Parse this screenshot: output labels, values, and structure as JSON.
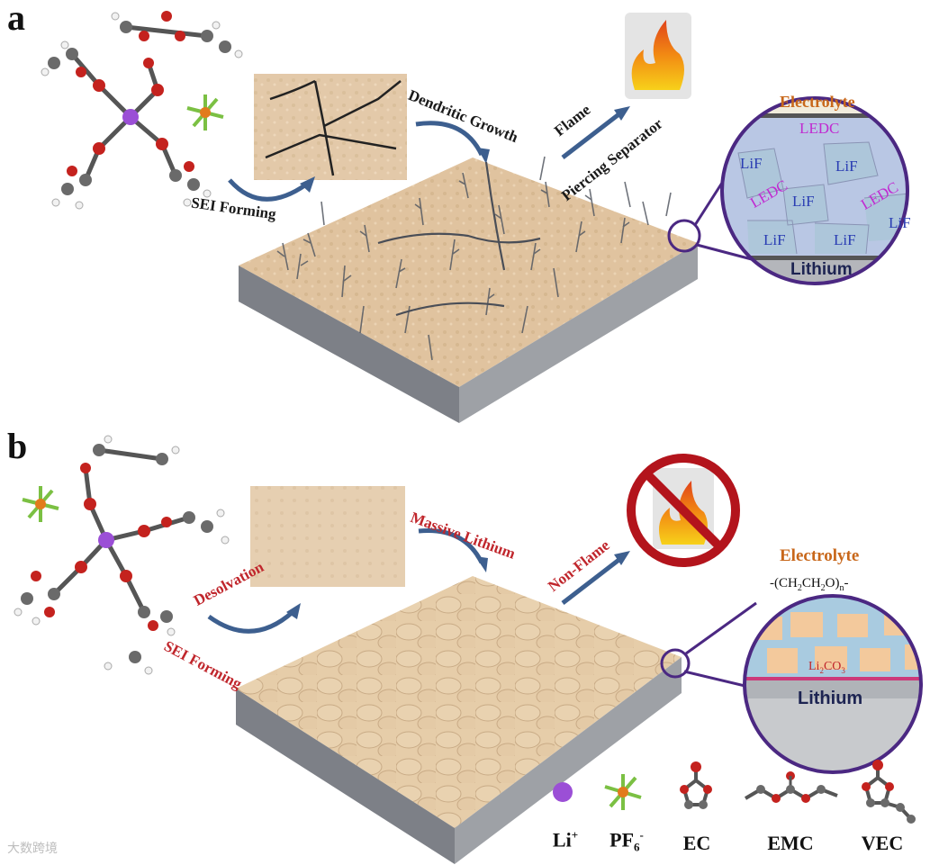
{
  "panel_a": {
    "letter": "a",
    "sei_forming": "SEI Forming",
    "dendritic_growth": "Dendritic Growth",
    "flame": "Flame",
    "piercing_separator": "Piercing Separator",
    "circle": {
      "electrolyte": "Electrolyte",
      "lithium": "Lithium",
      "species": [
        "LEDC",
        "LiF",
        "LiF",
        "LEDC",
        "LiF",
        "LEDC",
        "LiF",
        "LiF",
        "LiF"
      ]
    }
  },
  "panel_b": {
    "letter": "b",
    "desolvation": "Desolvation",
    "sei_forming": "SEI Forming",
    "massive_lithium": "Massive Lithium",
    "non_flame": "Non-Flame",
    "circle": {
      "electrolyte": "Electrolyte",
      "polymer_prefix": "-(CH",
      "polymer_mid1": "CH",
      "polymer_mid2": "O)",
      "polymer_suffix": "-",
      "sub2": "2",
      "subn": "n",
      "li2co3_a": "Li",
      "li2co3_b": "CO",
      "sub3": "3",
      "lithium": "Lithium"
    }
  },
  "legend": {
    "li": "Li",
    "li_sup": "+",
    "pf6": "PF",
    "pf6_sub": "6",
    "pf6_sup": "-",
    "ec": "EC",
    "emc": "EMC",
    "vec": "VEC"
  },
  "watermark": "大数跨境",
  "colors": {
    "surface": "#e2c6a3",
    "slab_side": "#8c8f95",
    "arrow": "#3d5f8f",
    "circle_border": "#4b2882",
    "red_text": "#c0262c",
    "ledc": "#c02bd1",
    "lif": "#2a3db3",
    "electrolyte_text": "#c8671a"
  }
}
